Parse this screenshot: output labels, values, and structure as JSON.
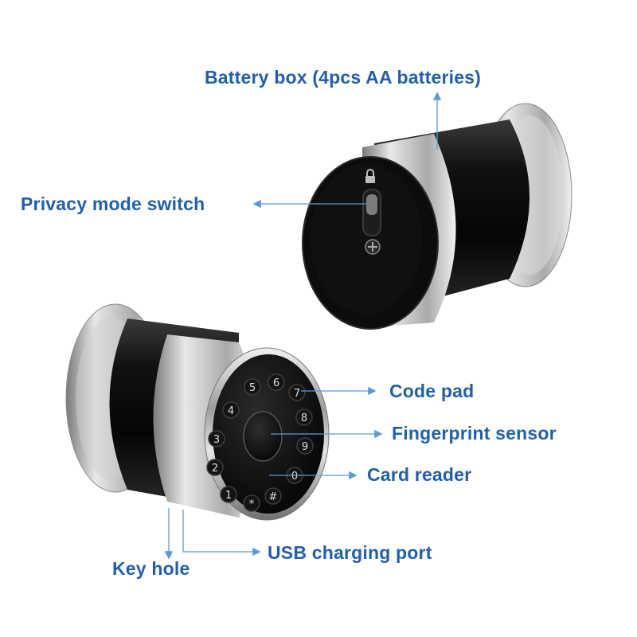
{
  "labels": {
    "battery_box": "Battery box (4pcs AA batteries)",
    "privacy_switch": "Privacy mode switch",
    "code_pad": "Code pad",
    "fingerprint_sensor": "Fingerprint sensor",
    "card_reader": "Card reader",
    "usb_port": "USB charging port",
    "key_hole": "Key hole"
  },
  "keypad": {
    "keys": [
      "5",
      "6",
      "7",
      "4",
      "8",
      "3",
      "9",
      "2",
      "0",
      "1",
      "*",
      "#"
    ]
  },
  "colors": {
    "label_text": "#1f5fae",
    "callout_line": "#5b9bd5",
    "lock_body": "#151515",
    "metal": "#b8b8b8"
  },
  "icons": [
    "lock-icon",
    "screw-icon"
  ]
}
